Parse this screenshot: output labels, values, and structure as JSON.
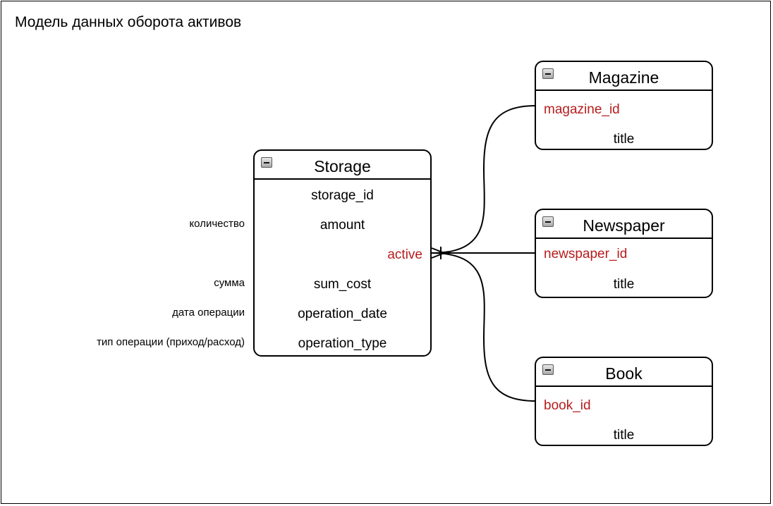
{
  "diagram": {
    "title": "Модель данных оборота активов"
  },
  "entities": {
    "storage": {
      "name": "Storage",
      "fields": [
        "storage_id",
        "amount",
        "active",
        "sum_cost",
        "operation_date",
        "operation_type"
      ]
    },
    "magazine": {
      "name": "Magazine",
      "fields": [
        "magazine_id",
        "title"
      ]
    },
    "newspaper": {
      "name": "Newspaper",
      "fields": [
        "newspaper_id",
        "title"
      ]
    },
    "book": {
      "name": "Book",
      "fields": [
        "book_id",
        "title"
      ]
    }
  },
  "notes": {
    "amount": "количество",
    "sum_cost": "сумма",
    "operation_date": "дата операции",
    "operation_type": "тип операции (приход/расход)"
  },
  "colors": {
    "key_field": "#b71c1c",
    "border": "#000000",
    "background": "#ffffff"
  },
  "relationships": [
    {
      "from": "storage.active",
      "to": "magazine.magazine_id",
      "cardinality": "many-to-one"
    },
    {
      "from": "storage.active",
      "to": "newspaper.newspaper_id",
      "cardinality": "many-to-one"
    },
    {
      "from": "storage.active",
      "to": "book.book_id",
      "cardinality": "many-to-one"
    }
  ]
}
